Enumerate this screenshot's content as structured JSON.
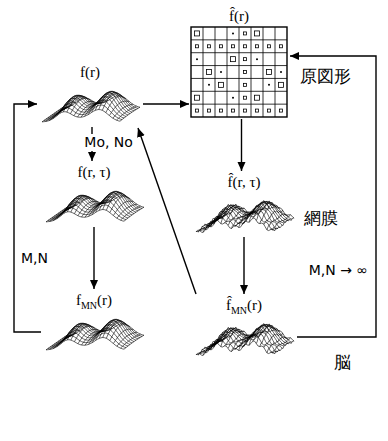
{
  "diagram": {
    "nodes": [
      {
        "text": [
          "f(r)"
        ]
      },
      {
        "text": [
          "f̂(r)"
        ]
      },
      {
        "text": [
          "f(r, τ)"
        ]
      },
      {
        "text": [
          "f̂(r, τ)"
        ]
      },
      {
        "text": [
          "fMN(r)"
        ]
      },
      {
        "text": [
          "f̂MN(r)"
        ]
      }
    ],
    "edges": [
      {
        "from": 0,
        "to": 1,
        "arrow": "to"
      },
      {
        "from": 0,
        "to": 2,
        "arrow": "to"
      },
      {
        "from": 2,
        "to": 4,
        "arrow": "to"
      },
      {
        "from": 1,
        "to": 3,
        "arrow": "to"
      },
      {
        "from": 3,
        "to": 5,
        "arrow": "to"
      },
      {
        "from": 4,
        "to": 0,
        "label": "M,N",
        "arrow": "to"
      },
      {
        "from": 5,
        "to": 1,
        "label": "M,N → ∞",
        "arrow": "to"
      },
      {
        "from": 5,
        "to": 0,
        "label": "Mo, No",
        "arrow": "to"
      }
    ],
    "labels": [
      "原図形",
      "網膜",
      "脳"
    ]
  }
}
